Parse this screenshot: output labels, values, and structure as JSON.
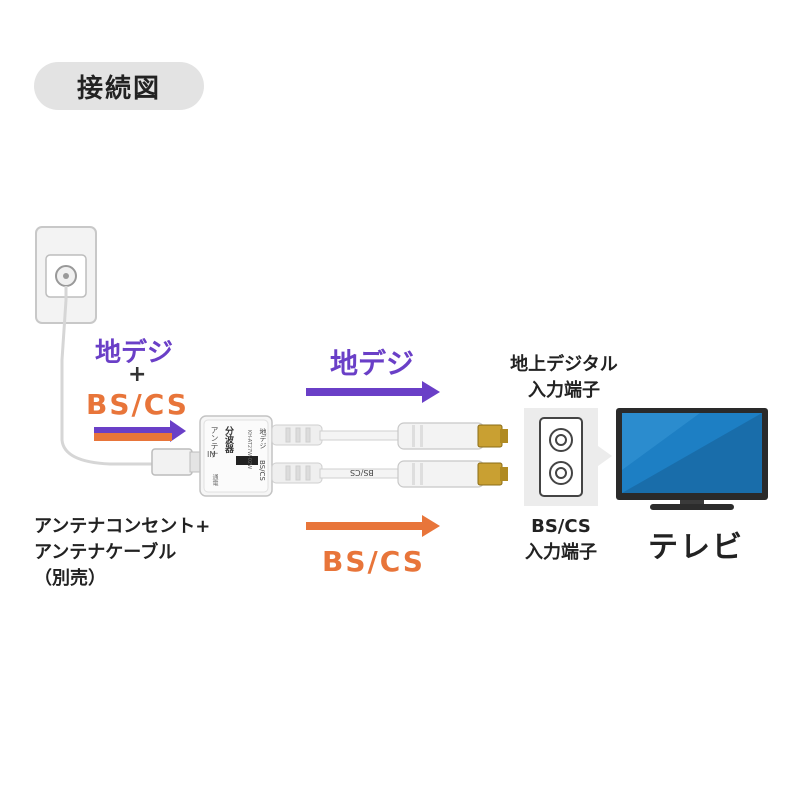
{
  "title": "接続図",
  "colors": {
    "terrestrial": "#6a3fc7",
    "bscs": "#e8753a"
  },
  "left": {
    "chideji": "地デジ",
    "plus": "+",
    "bscs": "BS/CS",
    "source_label_lines": [
      "アンテナコンセント+",
      "アンテナケーブル",
      "（別売）"
    ]
  },
  "middle": {
    "chideji": "地デジ",
    "bscs": "BS/CS"
  },
  "device": {
    "input_label": "IN",
    "antenna": "アンテナ",
    "splitter": "分波器",
    "model": "KH-AT27W-02W",
    "bscs": "BS/CS",
    "chideji": "地デジ",
    "power": "通電",
    "cable_print": "BS/CS"
  },
  "right": {
    "terrestrial_port_lines": [
      "地上デジタル",
      "入力端子"
    ],
    "bscs_port_lines": [
      "BS/CS",
      "入力端子"
    ],
    "tv": "テレビ"
  }
}
